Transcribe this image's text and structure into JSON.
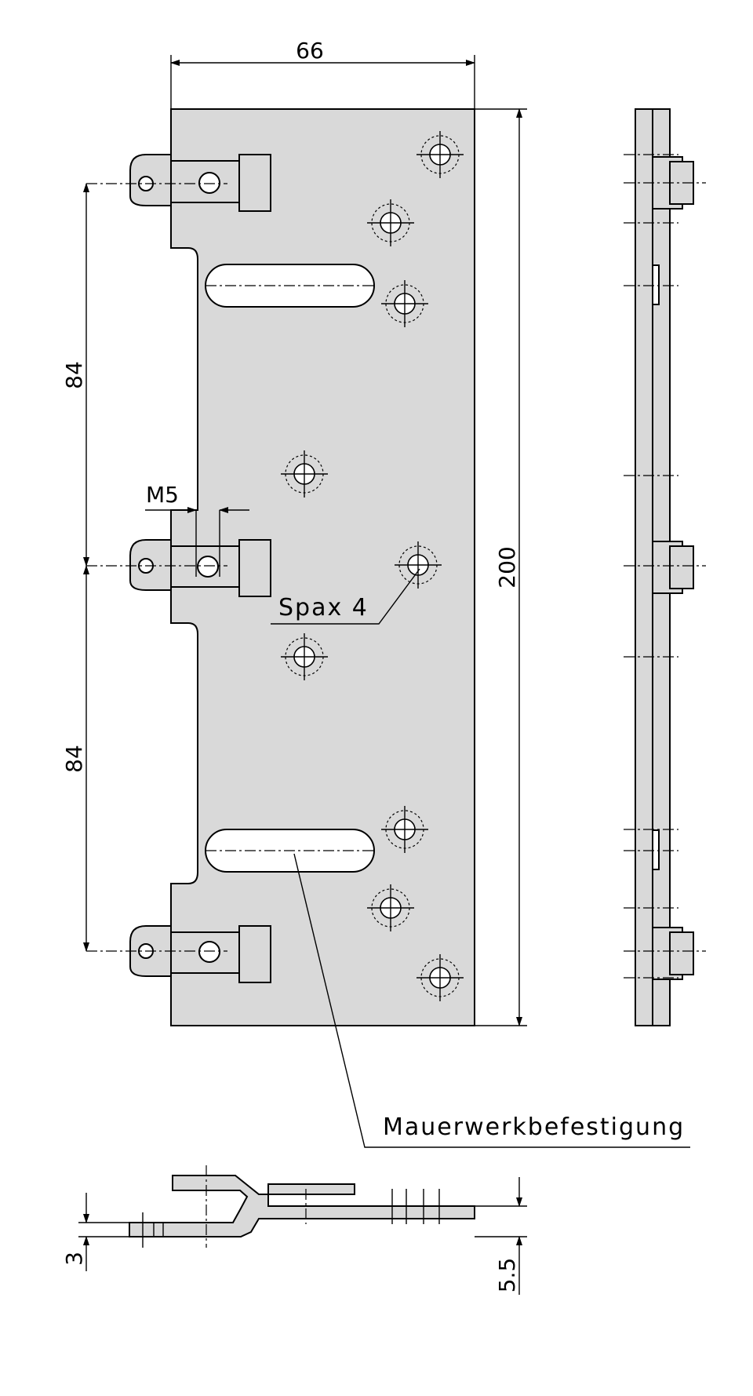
{
  "dimensions": {
    "width_top": "66",
    "pitch_upper": "84",
    "pitch_lower": "84",
    "height_total": "200",
    "thread": "M5",
    "offset_left": "3",
    "offset_right": "5.5"
  },
  "labels": {
    "screw": "Spax 4",
    "masonry": "Mauerwerkbefestigung"
  },
  "colors": {
    "part_fill": "#d9d9d9",
    "line": "#000000",
    "background": "#ffffff"
  }
}
